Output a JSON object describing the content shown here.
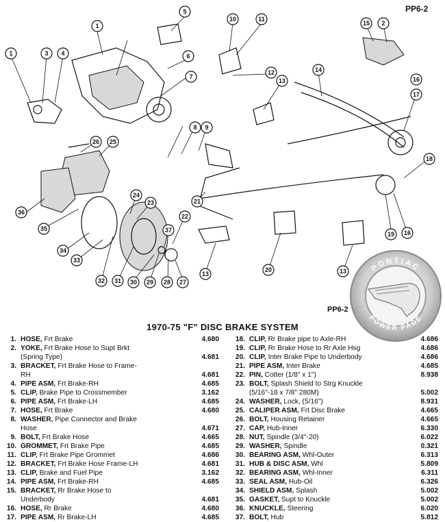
{
  "header": {
    "page_id_top": "PP6-2",
    "page_id_mid": "PP6-2"
  },
  "title": "1970-75 \"F\" DISC BRAKE SYSTEM",
  "logo": {
    "ring_text_top": "PONTIAC",
    "ring_text_bottom": "POWER PAGE"
  },
  "callouts": [
    "1",
    "2",
    "3",
    "4",
    "5",
    "6",
    "7",
    "8",
    "9",
    "10",
    "11",
    "12",
    "13",
    "14",
    "15",
    "16",
    "17",
    "18",
    "19",
    "20",
    "21",
    "22",
    "23",
    "24",
    "25",
    "26",
    "27",
    "28",
    "29",
    "30",
    "31",
    "32",
    "33",
    "34",
    "35",
    "36",
    "37"
  ],
  "parts_left": [
    {
      "num": "1.",
      "name": "HOSE,",
      "desc": " Frt Brake",
      "cont": "",
      "pn": "4.680"
    },
    {
      "num": "2.",
      "name": "YOKE,",
      "desc": " Frt Brake Hose to Supt Brkt",
      "cont": "(Spring Type)",
      "pn": "4.681"
    },
    {
      "num": "3.",
      "name": "BRACKET,",
      "desc": " Frt Brake Hose to Frame-",
      "cont": "RH",
      "pn": "4.681"
    },
    {
      "num": "4.",
      "name": "PIPE ASM,",
      "desc": " Frt Brake-RH",
      "cont": "",
      "pn": "4.685"
    },
    {
      "num": "5.",
      "name": "CLIP,",
      "desc": " Brake Pipe to Crossmember",
      "cont": "",
      "pn": "3.162"
    },
    {
      "num": "6.",
      "name": "PIPE ASM,",
      "desc": " Frt Brake-LH",
      "cont": "",
      "pn": "4.685"
    },
    {
      "num": "7.",
      "name": "HOSE,",
      "desc": " Frt Brake",
      "cont": "",
      "pn": "4.680"
    },
    {
      "num": "8.",
      "name": "WASHER,",
      "desc": " Pipe Connector and Brake",
      "cont": "Hose",
      "pn": "4.671"
    },
    {
      "num": "9.",
      "name": "BOLT,",
      "desc": " Frt Brake Hose",
      "cont": "",
      "pn": "4.665"
    },
    {
      "num": "10.",
      "name": "GROMMET,",
      "desc": " Frt Brake Pipe",
      "cont": "",
      "pn": "4.685"
    },
    {
      "num": "11.",
      "name": "CLIP,",
      "desc": " Frt Brake Pipe Grommet",
      "cont": "",
      "pn": "4.686"
    },
    {
      "num": "12.",
      "name": "BRACKET,",
      "desc": " Frt Brake Hose Frame-LH",
      "cont": "",
      "pn": "4.681"
    },
    {
      "num": "13.",
      "name": "CLIP,",
      "desc": " Brake and Fuel Pipe",
      "cont": "",
      "pn": "3.162"
    },
    {
      "num": "14.",
      "name": "PIPE ASM,",
      "desc": " Frt Brake-RH",
      "cont": "",
      "pn": "4.685"
    },
    {
      "num": "15.",
      "name": "BRACKET,",
      "desc": " Rr Brake Hose to",
      "cont": "Underbody",
      "pn": "4.681"
    },
    {
      "num": "16.",
      "name": "HOSE,",
      "desc": " Rr Brake",
      "cont": "",
      "pn": "4.680"
    },
    {
      "num": "17.",
      "name": "PIPE ASM,",
      "desc": " Rr Brake-LH",
      "cont": "",
      "pn": "4.685"
    }
  ],
  "parts_right": [
    {
      "num": "18.",
      "name": "CLIP,",
      "desc": " Rr Brake pipe to Axle-RH",
      "cont": "",
      "pn": "4.686"
    },
    {
      "num": "19.",
      "name": "CLIP,",
      "desc": " Rr Brake Hose to Rr Axle Hsg",
      "cont": "",
      "pn": "4.686"
    },
    {
      "num": "20.",
      "name": "CLIP,",
      "desc": " Inter Brake Pipe to Underbody",
      "cont": "",
      "pn": "4.686"
    },
    {
      "num": "21.",
      "name": "PIPE ASM,",
      "desc": " Inter Brake",
      "cont": "",
      "pn": "4.685"
    },
    {
      "num": "22.",
      "name": "PIN,",
      "desc": " Cotter (1/8\" x 1\")",
      "cont": "",
      "pn": "8.938"
    },
    {
      "num": "23.",
      "name": "BOLT,",
      "desc": " Splash Shield to Strg Knuckle",
      "cont": "(5/16\"-18 x 7/8\" 280M)",
      "pn": "5.002"
    },
    {
      "num": "24.",
      "name": "WASHER,",
      "desc": " Lock, (5/16\")",
      "cont": "",
      "pn": "8.931"
    },
    {
      "num": "25.",
      "name": "CALIPER ASM,",
      "desc": " Frt Disc Brake",
      "cont": "",
      "pn": "4.665"
    },
    {
      "num": "26.",
      "name": "BOLT,",
      "desc": " Housing Retainer",
      "cont": "",
      "pn": "4.665"
    },
    {
      "num": "27.",
      "name": "CAP,",
      "desc": " Hub-Inner",
      "cont": "",
      "pn": "6.330"
    },
    {
      "num": "28.",
      "name": "NUT,",
      "desc": " Spindle (3/4\"-20)",
      "cont": "",
      "pn": "6.022"
    },
    {
      "num": "29.",
      "name": "WASHER,",
      "desc": " Spindle",
      "cont": "",
      "pn": "0.321"
    },
    {
      "num": "30.",
      "name": "BEARING ASM,",
      "desc": " Whl-Outer",
      "cont": "",
      "pn": "6.313"
    },
    {
      "num": "31.",
      "name": "HUB & DISC ASM,",
      "desc": " Whl",
      "cont": "",
      "pn": "5.809"
    },
    {
      "num": "32.",
      "name": "BEARING ASM,",
      "desc": " Whl-Inner",
      "cont": "",
      "pn": "6.311"
    },
    {
      "num": "33.",
      "name": "SEAL ASM,",
      "desc": " Hub-Oil",
      "cont": "",
      "pn": "6.326"
    },
    {
      "num": "34.",
      "name": "SHIELD ASM,",
      "desc": " Splash",
      "cont": "",
      "pn": "5.002"
    },
    {
      "num": "35.",
      "name": "GASKET,",
      "desc": " Supt to Knuckle",
      "cont": "",
      "pn": "5.002"
    },
    {
      "num": "36.",
      "name": "KNUCKLE,",
      "desc": " Steering",
      "cont": "",
      "pn": "6.020"
    },
    {
      "num": "37.",
      "name": "BOLT,",
      "desc": " Hub",
      "cont": "",
      "pn": "5.812"
    }
  ]
}
